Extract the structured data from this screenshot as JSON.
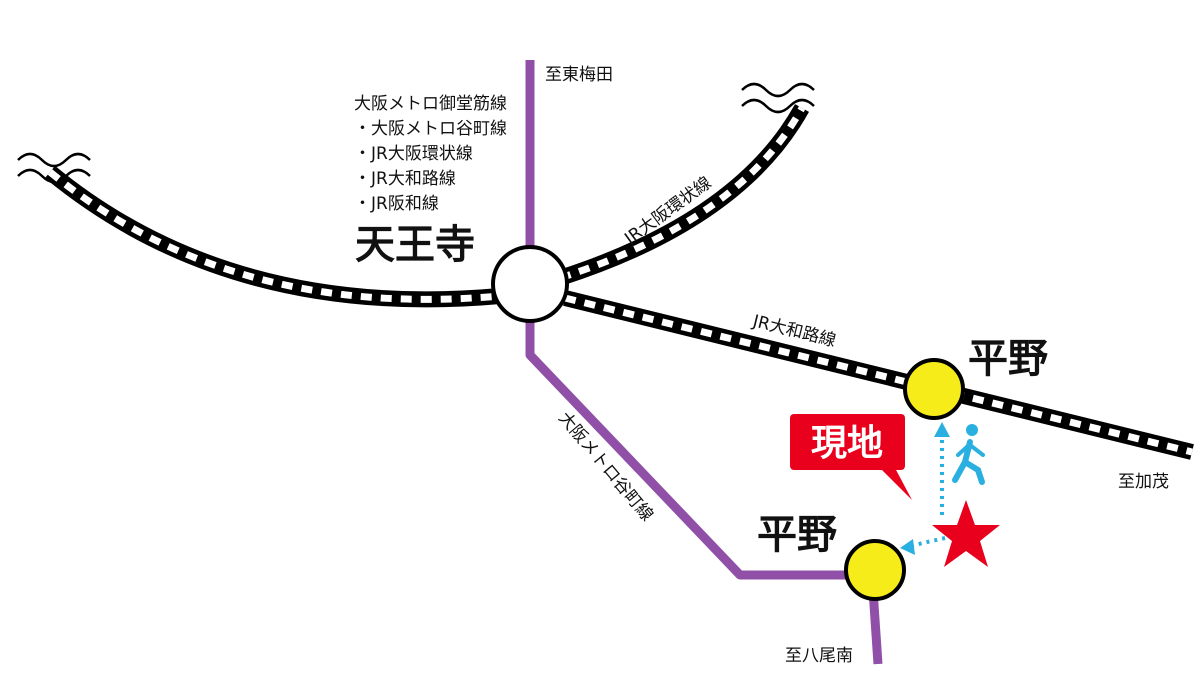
{
  "colors": {
    "jr_track": "#000000",
    "metro": "#9050a8",
    "station_yellow": "#f5ec1a",
    "callout": "#e8001c",
    "star": "#e8001c",
    "walk_arrow": "#2ab0e0"
  },
  "stations": {
    "tennoji": "天王寺",
    "hirano_jr": "平野",
    "hirano_metro": "平野"
  },
  "tennoji_lines": [
    "大阪メトロ御堂筋線",
    "・大阪メトロ谷町線",
    "・JR大阪環状線",
    "・JR大和路線",
    "・JR阪和線"
  ],
  "line_labels": {
    "loop": "JR大阪環状線",
    "yamatoji": "JR大和路線",
    "tanimachi": "大阪メトロ谷町線"
  },
  "destinations": {
    "north": "至東梅田",
    "east": "至加茂",
    "south": "至八尾南"
  },
  "current_location": {
    "label": "現地",
    "icon": "star-icon"
  },
  "walk_icon": "pedestrian-icon"
}
